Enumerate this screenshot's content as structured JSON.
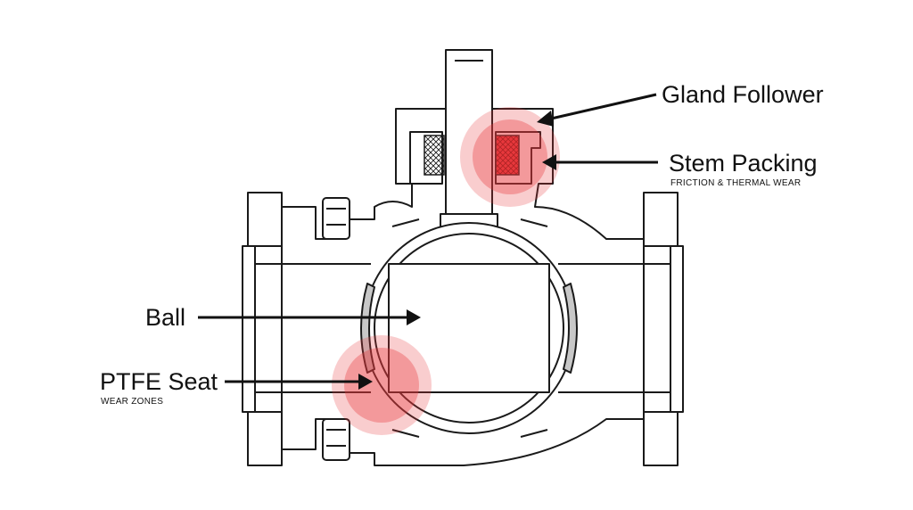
{
  "labels": {
    "gland_follower": "Gland Follower",
    "stem_packing": "Stem Packing",
    "stem_packing_note": "FRICTION & THERMAL WEAR",
    "ball": "Ball",
    "ptfe_seat": "PTFE Seat",
    "ptfe_seat_note": "WEAR ZONES"
  },
  "colors": {
    "outline": "#1a1a1a",
    "body_fill": "#ffffff",
    "seat_fill": "#c8c8c8",
    "wear_zone": "#e8393c"
  }
}
